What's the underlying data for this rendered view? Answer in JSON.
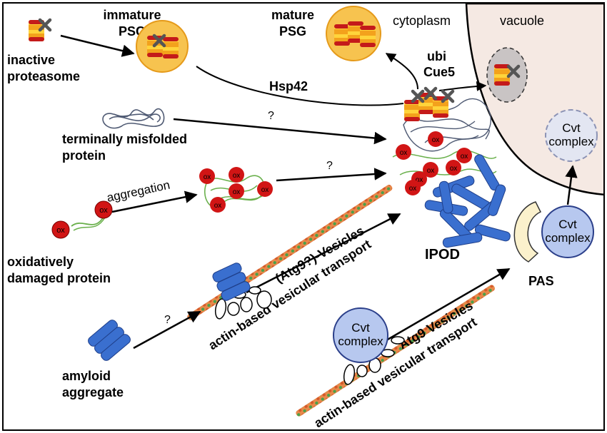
{
  "labels": {
    "inactive_proteasome": [
      "inactive",
      "proteasome"
    ],
    "immature_psg": [
      "immature",
      "PSG"
    ],
    "mature_psg": [
      "mature",
      "PSG"
    ],
    "cytoplasm": "cytoplasm",
    "vacuole": "vacuole",
    "ubi": "ubi",
    "cue5": "Cue5",
    "hsp42": "Hsp42",
    "question": "?",
    "terminally_misfolded": [
      "terminally misfolded",
      "protein"
    ],
    "aggregation": "aggregation",
    "oxidatively_damaged": [
      "oxidatively",
      "damaged protein"
    ],
    "ox": "ox",
    "atg9_vesicles_q": "(Atg9?)-Vesicles",
    "actin_transport": "actin-based vesicular transport",
    "ipod": "IPOD",
    "cvt_complex": [
      "Cvt",
      "complex"
    ],
    "pas": "PAS",
    "atg9_vesicles": "Atg9 Vesicles",
    "amyloid": [
      "amyloid",
      "aggregate"
    ]
  },
  "colors": {
    "vacuole_fill": "#f5e9e3",
    "psg_fill": "#f7c34f",
    "proteasome_red": "#c41a1a",
    "proteasome_orange": "#f3a21c",
    "proteasome_yellow": "#ffd43b",
    "ox_red": "#d11515",
    "misfold_line": "#4f5a73",
    "green_chain": "#6ab04c",
    "amyloid_blue": "#3a6fcf",
    "cvt_fill": "#b7c8ef",
    "pas_fill": "#fbf1cc",
    "actin_orange": "#e8894a",
    "actin_green": "#4aa04a"
  }
}
